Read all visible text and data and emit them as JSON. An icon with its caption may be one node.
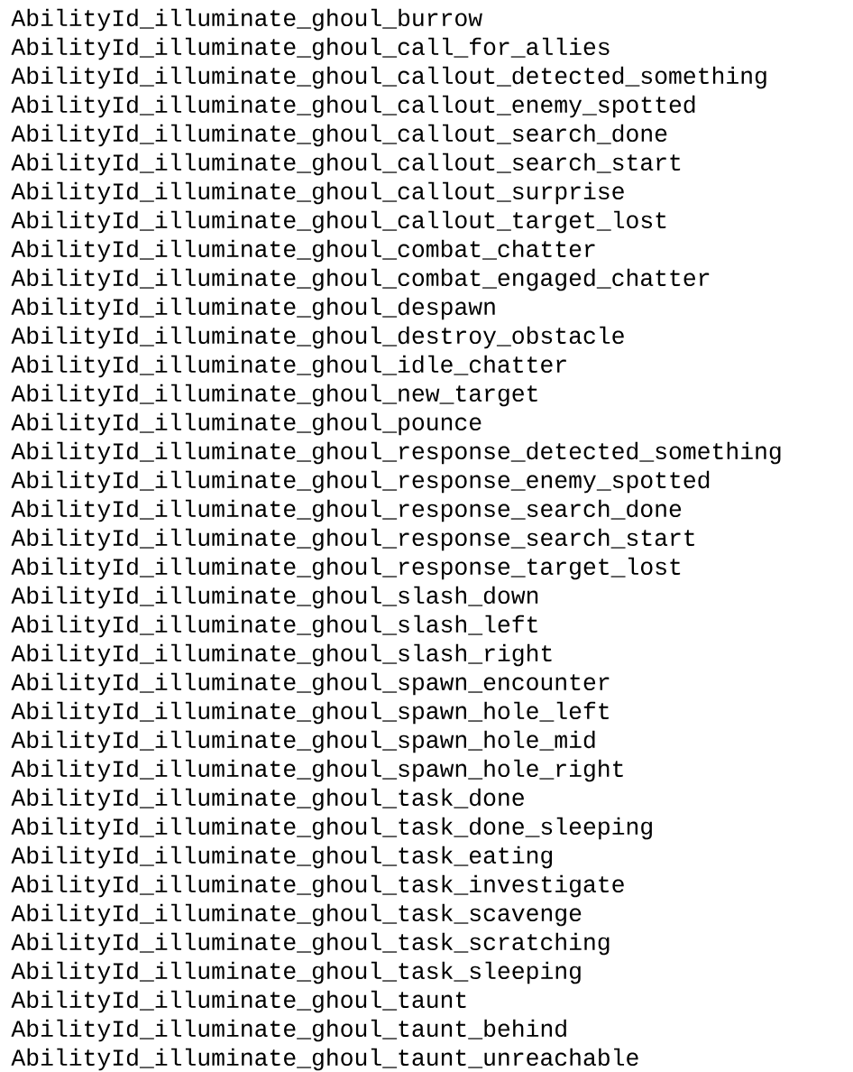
{
  "diagram": {
    "labels": [
      "AbilityId_illuminate_ghoul_burrow",
      "AbilityId_illuminate_ghoul_call_for_allies",
      "AbilityId_illuminate_ghoul_callout_detected_something",
      "AbilityId_illuminate_ghoul_callout_enemy_spotted",
      "AbilityId_illuminate_ghoul_callout_search_done",
      "AbilityId_illuminate_ghoul_callout_search_start",
      "AbilityId_illuminate_ghoul_callout_surprise",
      "AbilityId_illuminate_ghoul_callout_target_lost",
      "AbilityId_illuminate_ghoul_combat_chatter",
      "AbilityId_illuminate_ghoul_combat_engaged_chatter",
      "AbilityId_illuminate_ghoul_despawn",
      "AbilityId_illuminate_ghoul_destroy_obstacle",
      "AbilityId_illuminate_ghoul_idle_chatter",
      "AbilityId_illuminate_ghoul_new_target",
      "AbilityId_illuminate_ghoul_pounce",
      "AbilityId_illuminate_ghoul_response_detected_something",
      "AbilityId_illuminate_ghoul_response_enemy_spotted",
      "AbilityId_illuminate_ghoul_response_search_done",
      "AbilityId_illuminate_ghoul_response_search_start",
      "AbilityId_illuminate_ghoul_response_target_lost",
      "AbilityId_illuminate_ghoul_slash_down",
      "AbilityId_illuminate_ghoul_slash_left",
      "AbilityId_illuminate_ghoul_slash_right",
      "AbilityId_illuminate_ghoul_spawn_encounter",
      "AbilityId_illuminate_ghoul_spawn_hole_left",
      "AbilityId_illuminate_ghoul_spawn_hole_mid",
      "AbilityId_illuminate_ghoul_spawn_hole_right",
      "AbilityId_illuminate_ghoul_task_done",
      "AbilityId_illuminate_ghoul_task_done_sleeping",
      "AbilityId_illuminate_ghoul_task_eating",
      "AbilityId_illuminate_ghoul_task_investigate",
      "AbilityId_illuminate_ghoul_task_scavenge",
      "AbilityId_illuminate_ghoul_task_scratching",
      "AbilityId_illuminate_ghoul_task_sleeping",
      "AbilityId_illuminate_ghoul_taunt",
      "AbilityId_illuminate_ghoul_taunt_behind",
      "AbilityId_illuminate_ghoul_taunt_unreachable"
    ]
  }
}
